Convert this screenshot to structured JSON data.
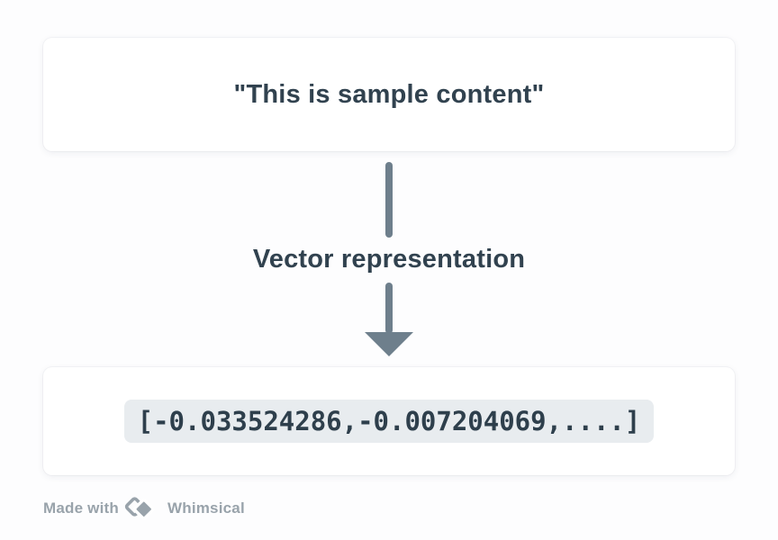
{
  "diagram": {
    "source_text": "\"This is sample content\"",
    "arrow_label": "Vector representation",
    "vector_code": "[-0.033524286,-0.007204069,....]"
  },
  "footer": {
    "made_with": "Made with",
    "brand": "Whimsical"
  },
  "colors": {
    "text_dark": "#31424f",
    "arrow": "#6e7f8c",
    "code_chip_bg": "#e8ecef",
    "card_bg": "#ffffff",
    "watermark_gray": "#99a3ab"
  }
}
